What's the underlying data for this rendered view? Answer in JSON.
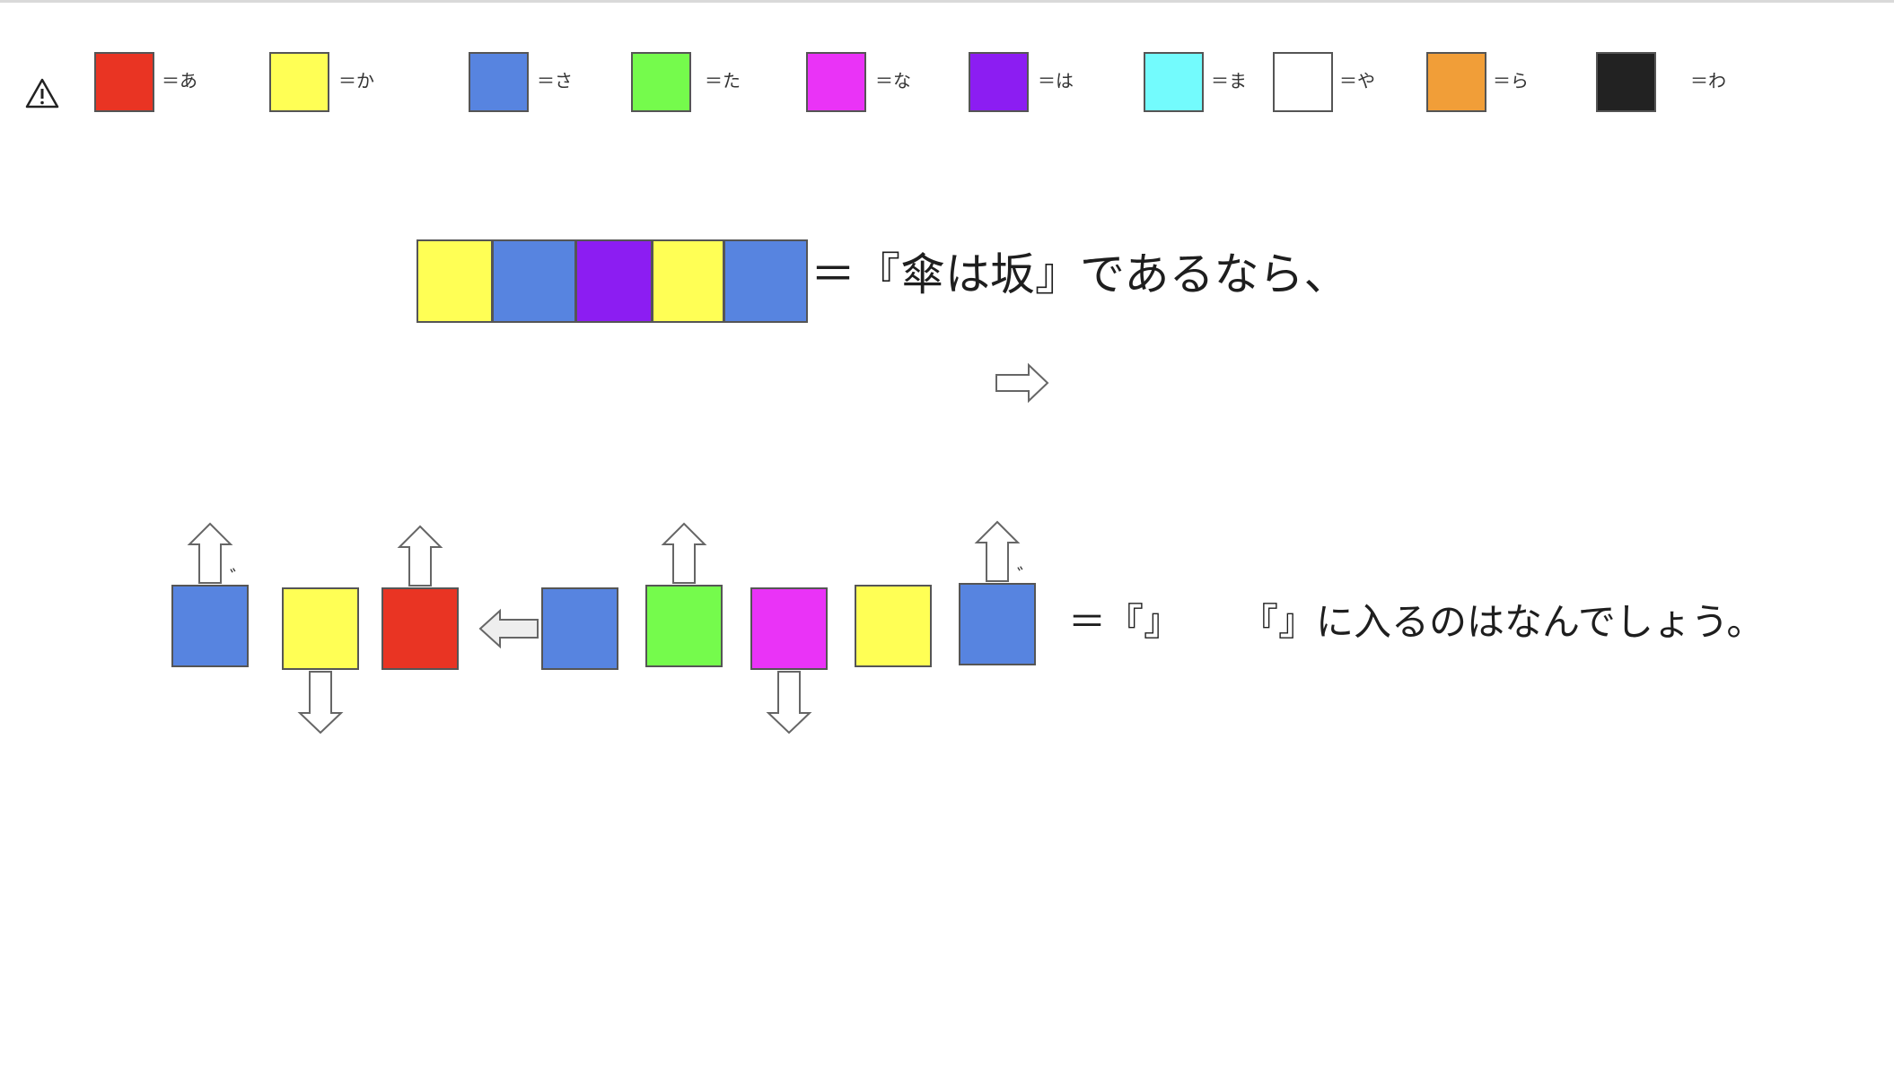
{
  "colors": {
    "red": "#e93423",
    "yellow": "#ffff55",
    "blue": "#5784e0",
    "green": "#75fb4c",
    "magenta": "#ea33f7",
    "purple": "#8c1df2",
    "cyan": "#73fbfd",
    "white": "#ffffff",
    "orange": "#f19e38",
    "black": "#222222"
  },
  "icons": {
    "warning": "warning-icon",
    "arrow_right": "arrow-right-icon",
    "arrow_up": "arrow-up-icon",
    "arrow_down": "arrow-down-icon",
    "arrow_left": "arrow-left-icon"
  },
  "legend": [
    {
      "color": "red",
      "label": "＝あ"
    },
    {
      "color": "yellow",
      "label": "＝か"
    },
    {
      "color": "blue",
      "label": "＝さ"
    },
    {
      "color": "green",
      "label": "＝た"
    },
    {
      "color": "magenta",
      "label": "＝な"
    },
    {
      "color": "purple",
      "label": "＝は"
    },
    {
      "color": "cyan",
      "label": "＝ま"
    },
    {
      "color": "white",
      "label": "＝や"
    },
    {
      "color": "orange",
      "label": "＝ら"
    },
    {
      "color": "black",
      "label": "＝わ"
    }
  ],
  "example": {
    "strip": [
      "yellow",
      "blue",
      "purple",
      "yellow",
      "blue"
    ],
    "text": "＝『傘は坂』であるなら、"
  },
  "puzzle": {
    "boxes": [
      {
        "color": "blue",
        "arrow": "up",
        "dakuten": true
      },
      {
        "color": "yellow",
        "arrow": "down",
        "dakuten": false
      },
      {
        "color": "red",
        "arrow": "up",
        "dakuten": false
      },
      {
        "color": "blue",
        "arrow": "left",
        "dakuten": false
      },
      {
        "color": "green",
        "arrow": "up",
        "dakuten": false
      },
      {
        "color": "magenta",
        "arrow": "down",
        "dakuten": false
      },
      {
        "color": "yellow",
        "arrow": "none",
        "dakuten": false
      },
      {
        "color": "blue",
        "arrow": "up",
        "dakuten": true
      }
    ],
    "dakuten_mark": "゛",
    "answer_text": "＝『』",
    "question_text": "『』に入るのはなんでしょう。"
  }
}
